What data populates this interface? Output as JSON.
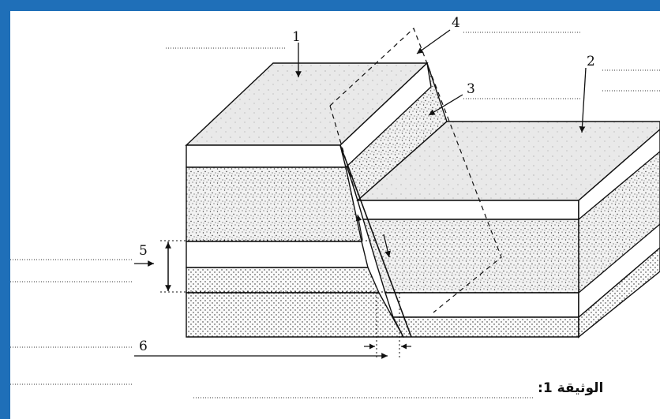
{
  "labels": {
    "l1": "1",
    "l2": "2",
    "l3": "3",
    "l4": "4",
    "l5": "5",
    "l6": "6"
  },
  "caption": "الوثيقة 1:",
  "colors": {
    "frame": "#1f6fb8",
    "paper": "#ffffff",
    "ink": "#111111"
  }
}
